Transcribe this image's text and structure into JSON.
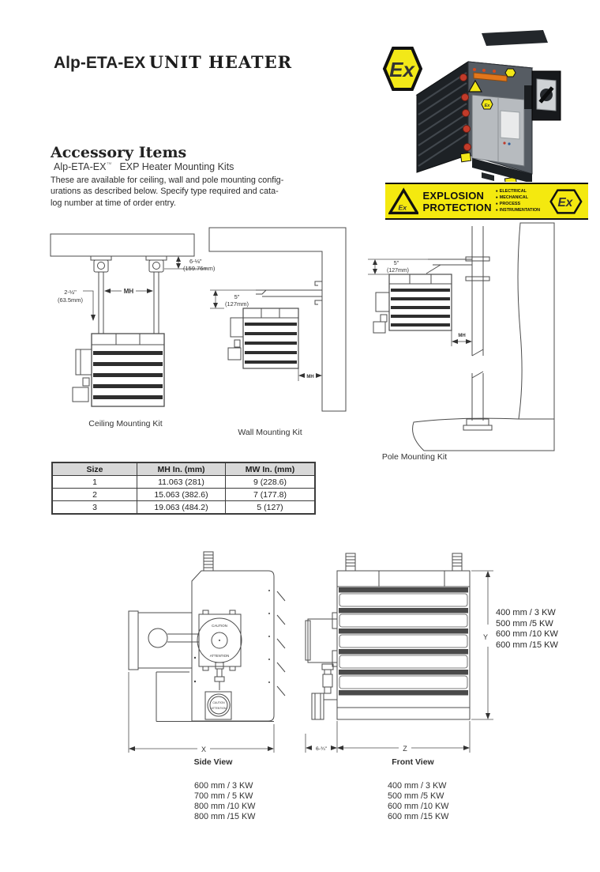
{
  "header": {
    "title_brand": "Alp-ETA-EX",
    "title_product": "UNIT HEATER"
  },
  "accessory": {
    "heading": "Accessory Items",
    "sub_brand": "Alp-ETA-EX",
    "sub_mark": "™",
    "sub_rest": "EXP Heater Mounting Kits",
    "body": "These are available for ceiling, wall and pole mounting config-\nurations as described below. Specify type required and cata-\nlog number at time of order entry."
  },
  "photo": {
    "ex_logo": "Ex",
    "sticker_ex": "Ex"
  },
  "banner": {
    "word1": "EXPLOSION",
    "word2": "PROTECTION",
    "bullets": [
      "ELECTRICAL",
      "MECHANICAL",
      "PROCESS",
      "INSTRUMENTATION"
    ],
    "triangle_text": "Ex",
    "hex_text": "Ex",
    "bg": "#f4e90f"
  },
  "kits": {
    "ceiling": {
      "caption": "Ceiling Mounting Kit",
      "dim_drop": "6-⅛\"",
      "dim_drop_mm": "(159.76mm)",
      "dim_offset": "2-½\"",
      "dim_offset_mm": "(63.5mm)",
      "dim_mh": "MH"
    },
    "wall": {
      "caption": "Wall Mounting Kit",
      "dim_drop": "5\"",
      "dim_drop_mm": "(127mm)",
      "dim_mh": "MH"
    },
    "pole": {
      "caption": "Pole Mounting Kit",
      "dim_drop": "5\"",
      "dim_drop_mm": "(127mm)",
      "dim_mh": "MH"
    }
  },
  "size_table": {
    "headers": [
      "Size",
      "MH In. (mm)",
      "MW In. (mm)"
    ],
    "rows": [
      [
        "1",
        "11.063 (281)",
        "9 (228.6)"
      ],
      [
        "2",
        "15.063 (382.6)",
        "7 (177.8)"
      ],
      [
        "3",
        "19.063 (484.2)",
        "5 (127)"
      ]
    ]
  },
  "views": {
    "side": {
      "caption": "Side View",
      "dim_x": "X",
      "plate_top": "CAUTION",
      "plate_bottom": "ATTENTION",
      "lower_top": "CAUTION",
      "lower_bottom": "ATTENTION",
      "specs": [
        "600 mm / 3  KW",
        "700 mm / 5 KW",
        "800 mm /10 KW",
        "800 mm /15 KW"
      ]
    },
    "front": {
      "caption": "Front View",
      "dim_y": "Y",
      "dim_z": "Z",
      "dim_offset": "6-¾\"",
      "height_specs": [
        "400 mm / 3  KW",
        "500 mm  /5 KW",
        "600 mm /10 KW",
        "600 mm /15 KW"
      ],
      "specs": [
        "400 mm / 3  KW",
        "500 mm  /5 KW",
        "600 mm /10 KW",
        "600 mm /15 KW"
      ]
    }
  }
}
